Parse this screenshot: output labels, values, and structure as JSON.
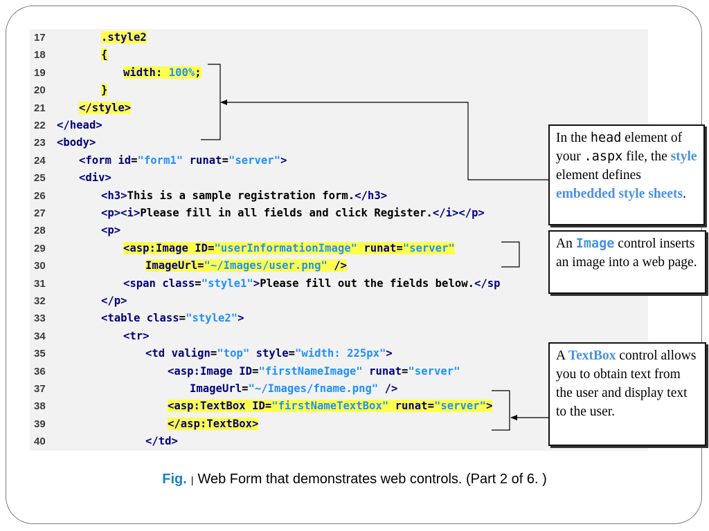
{
  "code_lines": [
    {
      "no": "17",
      "indent": 2,
      "segs": [
        {
          "t": ".style2",
          "c": "t",
          "hl": true
        }
      ]
    },
    {
      "no": "18",
      "indent": 2,
      "segs": [
        {
          "t": "{",
          "c": "x",
          "hl": true
        }
      ]
    },
    {
      "no": "19",
      "indent": 3,
      "segs": [
        {
          "t": "width: ",
          "c": "t",
          "hl": true
        },
        {
          "t": "100%",
          "c": "v",
          "hl": true
        },
        {
          "t": ";",
          "c": "x",
          "hl": true
        }
      ]
    },
    {
      "no": "20",
      "indent": 2,
      "segs": [
        {
          "t": "}",
          "c": "x",
          "hl": true
        }
      ]
    },
    {
      "no": "21",
      "indent": 1,
      "segs": [
        {
          "t": "</style>",
          "c": "t",
          "hl": true
        }
      ]
    },
    {
      "no": "22",
      "indent": 0,
      "segs": [
        {
          "t": "</head>",
          "c": "t"
        }
      ]
    },
    {
      "no": "23",
      "indent": 0,
      "segs": [
        {
          "t": "<body>",
          "c": "t"
        }
      ]
    },
    {
      "no": "24",
      "indent": 1,
      "segs": [
        {
          "t": "<form ",
          "c": "t"
        },
        {
          "t": "id",
          "c": "a"
        },
        {
          "t": "=",
          "c": "x"
        },
        {
          "t": "\"form1\"",
          "c": "v"
        },
        {
          "t": " runat",
          "c": "a"
        },
        {
          "t": "=",
          "c": "x"
        },
        {
          "t": "\"server\"",
          "c": "v"
        },
        {
          "t": ">",
          "c": "t"
        }
      ]
    },
    {
      "no": "25",
      "indent": 1,
      "segs": [
        {
          "t": "<div>",
          "c": "t"
        }
      ]
    },
    {
      "no": "26",
      "indent": 2,
      "segs": [
        {
          "t": "<h3>",
          "c": "t"
        },
        {
          "t": "This is a sample registration form.",
          "c": "x"
        },
        {
          "t": "</h3>",
          "c": "t"
        }
      ]
    },
    {
      "no": "27",
      "indent": 2,
      "segs": [
        {
          "t": "<p><i>",
          "c": "t"
        },
        {
          "t": "Please fill in all fields and click Register.",
          "c": "x"
        },
        {
          "t": "</i></p>",
          "c": "t"
        }
      ]
    },
    {
      "no": "28",
      "indent": 2,
      "segs": [
        {
          "t": "<p>",
          "c": "t"
        }
      ]
    },
    {
      "no": "29",
      "indent": 3,
      "segs": [
        {
          "t": "<asp:Image ",
          "c": "t",
          "hl": true
        },
        {
          "t": "ID",
          "c": "a",
          "hl": true
        },
        {
          "t": "=",
          "c": "x",
          "hl": true
        },
        {
          "t": "\"userInformationImage\"",
          "c": "v",
          "hl": true
        },
        {
          "t": " runat",
          "c": "a",
          "hl": true
        },
        {
          "t": "=",
          "c": "x",
          "hl": true
        },
        {
          "t": "\"server\"",
          "c": "v",
          "hl": true
        }
      ]
    },
    {
      "no": "30",
      "indent": 4,
      "segs": [
        {
          "t": "ImageUrl",
          "c": "a",
          "hl": true
        },
        {
          "t": "=",
          "c": "x",
          "hl": true
        },
        {
          "t": "\"~/Images/user.png\"",
          "c": "v",
          "hl": true
        },
        {
          "t": " />",
          "c": "t",
          "hl": true
        }
      ]
    },
    {
      "no": "31",
      "indent": 3,
      "segs": [
        {
          "t": "<span ",
          "c": "t"
        },
        {
          "t": "class",
          "c": "a"
        },
        {
          "t": "=",
          "c": "x"
        },
        {
          "t": "\"style1\"",
          "c": "v"
        },
        {
          "t": ">",
          "c": "t"
        },
        {
          "t": "Please fill out the fields below.",
          "c": "x"
        },
        {
          "t": "</sp",
          "c": "t"
        }
      ]
    },
    {
      "no": "32",
      "indent": 2,
      "segs": [
        {
          "t": "</p>",
          "c": "t"
        }
      ]
    },
    {
      "no": "33",
      "indent": 2,
      "segs": [
        {
          "t": "<table ",
          "c": "t"
        },
        {
          "t": "class",
          "c": "a"
        },
        {
          "t": "=",
          "c": "x"
        },
        {
          "t": "\"style2\"",
          "c": "v"
        },
        {
          "t": ">",
          "c": "t"
        }
      ]
    },
    {
      "no": "34",
      "indent": 3,
      "segs": [
        {
          "t": "<tr>",
          "c": "t"
        }
      ]
    },
    {
      "no": "35",
      "indent": 4,
      "segs": [
        {
          "t": "<td ",
          "c": "t"
        },
        {
          "t": "valign",
          "c": "a"
        },
        {
          "t": "=",
          "c": "x"
        },
        {
          "t": "\"top\"",
          "c": "v"
        },
        {
          "t": " style",
          "c": "a"
        },
        {
          "t": "=",
          "c": "x"
        },
        {
          "t": "\"width: 225px\"",
          "c": "v"
        },
        {
          "t": ">",
          "c": "t"
        }
      ]
    },
    {
      "no": "36",
      "indent": 5,
      "segs": [
        {
          "t": "<asp:Image ",
          "c": "t"
        },
        {
          "t": "ID",
          "c": "a"
        },
        {
          "t": "=",
          "c": "x"
        },
        {
          "t": "\"firstNameImage\"",
          "c": "v"
        },
        {
          "t": " runat",
          "c": "a"
        },
        {
          "t": "=",
          "c": "x"
        },
        {
          "t": "\"server\"",
          "c": "v"
        }
      ]
    },
    {
      "no": "37",
      "indent": 6,
      "segs": [
        {
          "t": "ImageUrl",
          "c": "a"
        },
        {
          "t": "=",
          "c": "x"
        },
        {
          "t": "\"~/Images/fname.png\"",
          "c": "v"
        },
        {
          "t": " />",
          "c": "t"
        }
      ]
    },
    {
      "no": "38",
      "indent": 5,
      "segs": [
        {
          "t": "<asp:TextBox ",
          "c": "t",
          "hl": true
        },
        {
          "t": "ID",
          "c": "a",
          "hl": true
        },
        {
          "t": "=",
          "c": "x",
          "hl": true
        },
        {
          "t": "\"firstNameTextBox\"",
          "c": "v",
          "hl": true
        },
        {
          "t": " runat",
          "c": "a",
          "hl": true
        },
        {
          "t": "=",
          "c": "x",
          "hl": true
        },
        {
          "t": "\"server\"",
          "c": "v",
          "hl": true
        },
        {
          "t": ">",
          "c": "t",
          "hl": true
        }
      ]
    },
    {
      "no": "39",
      "indent": 5,
      "segs": [
        {
          "t": "</asp:TextBox>",
          "c": "t",
          "hl": true
        }
      ]
    },
    {
      "no": "40",
      "indent": 4,
      "segs": [
        {
          "t": "</td>",
          "c": "t"
        }
      ]
    }
  ],
  "callouts": {
    "head": {
      "p1": "In the ",
      "code1": "head",
      "p2": " element of your ",
      "code2": ".aspx",
      "p3": " file, the ",
      "kw1": "style",
      "p4": " element defines ",
      "kw2": "embedded style sheets",
      "p5": "."
    },
    "image": {
      "p1": "An ",
      "code1": "Image",
      "p2": " control inserts an image into a web page."
    },
    "textbox": {
      "p1": "A ",
      "kw1": "TextBox",
      "p2": " control allows you to obtain text from the user and display text to the user."
    }
  },
  "caption": {
    "fig": "Fig.",
    "sep": "|",
    "text": "Web Form that demonstrates web controls. (Part 2 of 6. )"
  },
  "colors": {
    "highlight": "#ffff4d",
    "tag": "#000080",
    "value": "#1e90ff",
    "keyword": "#4a90e2",
    "fig_label": "#1f7ec8"
  }
}
